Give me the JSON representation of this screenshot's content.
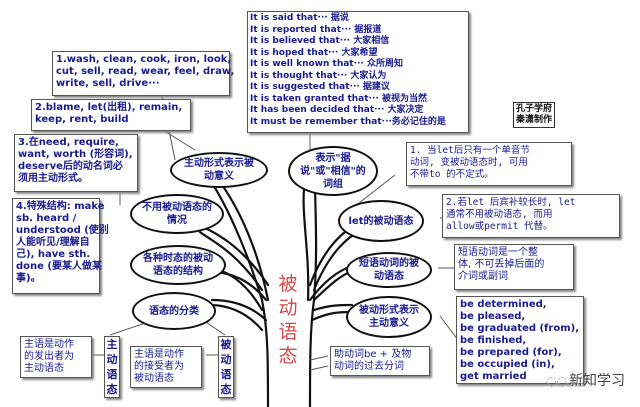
{
  "center": {
    "label": "被动语态",
    "chars": [
      "被",
      "动",
      "语",
      "态"
    ],
    "color": "#d24a4a"
  },
  "top_box": {
    "lines": [
      "It is said that··· 据说",
      "It is reported that··· 据报道",
      "It is believed that··· 大家相信",
      "It is hoped that··· 大家希望",
      "It is well known that··· 众所周知",
      "It is thought that··· 大家认为",
      "It is suggested that··· 据建议",
      "It is taken granted that··· 被视为当然",
      "It has been decided that··· 大家决定",
      "It must be remember that···务必记住的是"
    ]
  },
  "credit": {
    "lines": [
      "孔子学府",
      "秦潇制作"
    ]
  },
  "left_boxes": {
    "box1": {
      "lines": [
        "1.wash, clean, cook, iron, look,",
        "cut, sell, read, wear, feel, draw,",
        "write, sell, drive···"
      ]
    },
    "box2": {
      "lines": [
        "2.blame, let(出租), remain,",
        "keep, rent, build"
      ]
    },
    "box3": {
      "lines": [
        "3.在need, require,",
        "want, worth (形容词),",
        "deserve后的动名词必",
        "须用主动形式。"
      ]
    },
    "box4": {
      "lines": [
        "4.特殊结构: make",
        "sb. heard /",
        "understood (使别",
        "人能听见/理解自",
        "己), have sth.",
        "done (要某人做某",
        "事)。"
      ]
    }
  },
  "ellipses": {
    "active_form_passive_meaning": "主动形式表示被动意义",
    "no_passive_cases": "不用被动语态的情况",
    "tense_structures": "各种时态的被动语态的结构",
    "classification": "语态的分类",
    "said_believed_phrases": "表示\"据说\"或\"相信\"的词组",
    "let_passive": "let的被动语态",
    "phrasal_verb_passive": "短语动词的被动语态",
    "passive_form_active_meaning": "被动形式表示主动意义"
  },
  "right_boxes": {
    "let1": {
      "lines": [
        "1. 当let后只有一个单音节",
        "动词, 变被动语态时, 可用",
        "不带to 的不定式。"
      ]
    },
    "let2": {
      "lines": [
        "2.若let 后宾补较长时, let",
        "通常不用被动语态, 而用",
        "allow或permit 代替。"
      ]
    },
    "phrasal": {
      "lines": [
        "短语动词是一个整",
        "体, 不可丢掉后面的",
        "介词或副词"
      ]
    },
    "passive_list": {
      "lines": [
        "be determined,",
        "be pleased,",
        "be graduated (from),",
        "be finished,",
        "be prepared (for),",
        "be occupied (in),",
        "get married"
      ]
    }
  },
  "structure_box": {
    "lines": [
      "助动词be + 及物",
      "动词的过去分词"
    ]
  },
  "classification_boxes": {
    "active_def": {
      "lines": [
        "主语是动作",
        "的发出者为",
        "主动语态"
      ]
    },
    "active_label": {
      "chars": [
        "主",
        "动",
        "语",
        "态"
      ]
    },
    "passive_def": {
      "lines": [
        "主语是动作",
        "的接受者为",
        "被动语态"
      ]
    },
    "passive_label": {
      "chars": [
        "被",
        "动",
        "语",
        "态"
      ]
    }
  },
  "watermark": {
    "icon": "wechat-icon",
    "text": "新知学习"
  }
}
